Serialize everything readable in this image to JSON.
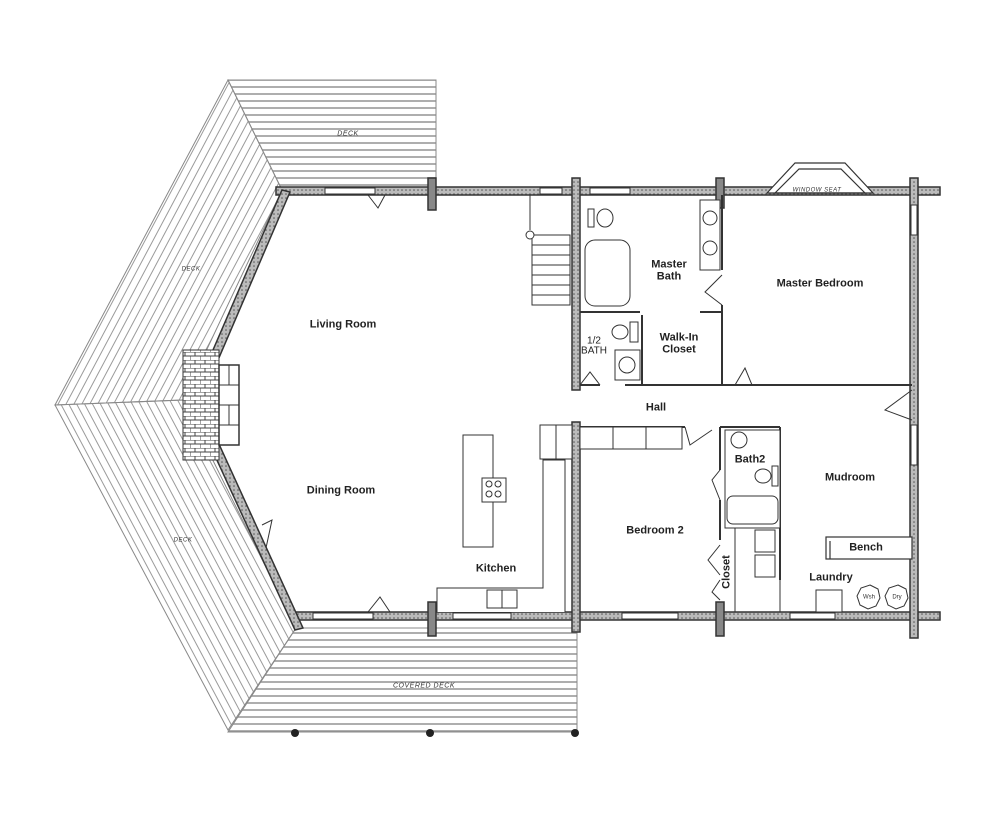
{
  "plan": {
    "type": "floor plan",
    "rooms": {
      "living_room": "Living Room",
      "dining_room": "Dining Room",
      "kitchen": "Kitchen",
      "master_bath": "Master\nBath",
      "master_bath_line1": "Master",
      "master_bath_line2": "Bath",
      "half_bath_line1": "1/2",
      "half_bath_line2": "BATH",
      "walk_in_closet_line1": "Walk-In",
      "walk_in_closet_line2": "Closet",
      "master_bedroom": "Master Bedroom",
      "hall": "Hall",
      "bath2": "Bath2",
      "mudroom": "Mudroom",
      "bedroom2": "Bedroom 2",
      "closet": "Closet",
      "laundry": "Laundry",
      "bench": "Bench"
    },
    "annotations": {
      "deck_top": "DECK",
      "deck_upper_left": "DECK",
      "deck_lower_left": "DECK",
      "covered_deck": "COVERED DECK",
      "window_seat": "WINDOW SEAT",
      "washer": "Wsh",
      "dryer": "Dry"
    },
    "colors": {
      "wall": "#333333",
      "hatch": "#888888",
      "background": "#ffffff"
    }
  }
}
